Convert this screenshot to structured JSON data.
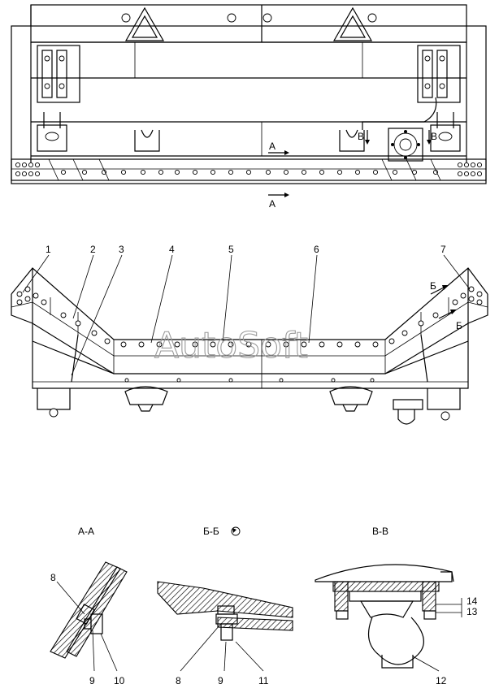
{
  "watermark": "AutoSoft",
  "top_view": {
    "section_markers": [
      {
        "id": "marker-a-upper",
        "text": "А"
      },
      {
        "id": "marker-a-lower",
        "text": "А"
      },
      {
        "id": "marker-v-left",
        "text": "В"
      },
      {
        "id": "marker-v-right",
        "text": "В"
      }
    ]
  },
  "front_view": {
    "callouts": [
      "1",
      "2",
      "3",
      "4",
      "5",
      "6",
      "7"
    ],
    "section_markers": [
      {
        "id": "marker-b-upper",
        "text": "Б"
      },
      {
        "id": "marker-b-lower",
        "text": "Б"
      }
    ]
  },
  "sections": [
    {
      "title": "А-А",
      "callouts": [
        "8",
        "9",
        "10"
      ]
    },
    {
      "title": "Б-Б",
      "callouts": [
        "8",
        "9",
        "11"
      ]
    },
    {
      "title": "В-В",
      "callouts": [
        "14",
        "13",
        "12"
      ]
    }
  ]
}
